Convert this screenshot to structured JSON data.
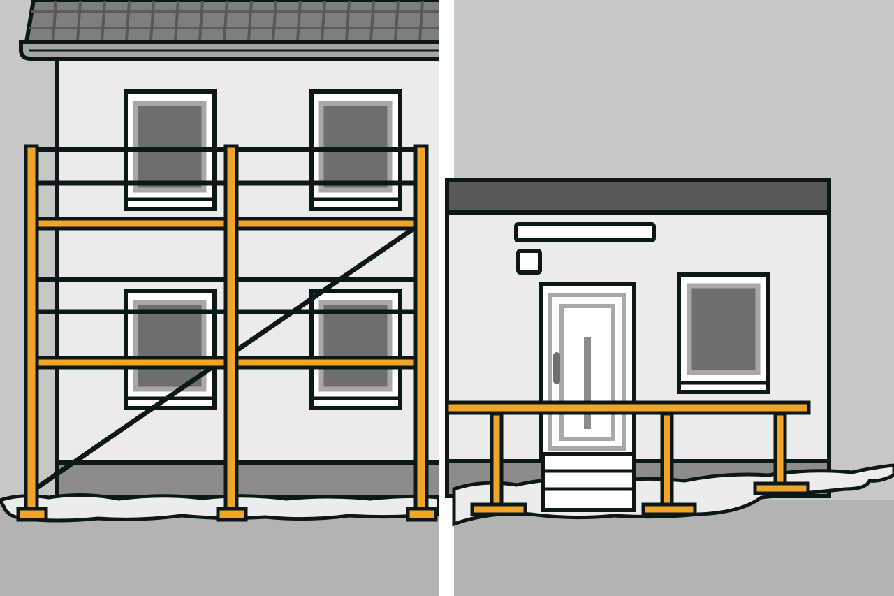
{
  "scene": {
    "panels": [
      {
        "id": "left",
        "subject": "two-story-house-with-scaffolding"
      },
      {
        "id": "right",
        "subject": "single-story-building-with-porch-scaffold"
      }
    ]
  },
  "colors": {
    "sky": "#c6c7c6",
    "ground": "#b2b3b2",
    "snow": "#ececec",
    "wall": "#ebebeb",
    "plinth": "#8c8c8c",
    "roof_tile": "#7e7e7e",
    "roof_band": "#585858",
    "glass": "#6e6e6e",
    "frame_inner": "#a8a8a8",
    "outline": "#0c1718",
    "scaffold": "#f0a52a",
    "divider": "#ffffff"
  }
}
